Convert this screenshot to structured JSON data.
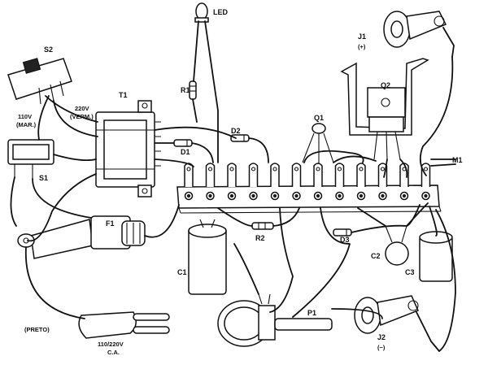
{
  "labels": {
    "led": "LED",
    "j1": "J1",
    "j1_pol": "(+)",
    "s2": "S2",
    "r1": "R1",
    "t1": "T1",
    "q2": "Q2",
    "v220": "220V",
    "verm": "(VERM.)",
    "v110": "110V",
    "mar": "(MAR.)",
    "d2": "D2",
    "q1": "Q1",
    "d1": "D1",
    "m1": "M1",
    "s1": "S1",
    "f1": "F1",
    "r2": "R2",
    "d3": "D3",
    "c1": "C1",
    "c2": "C2",
    "c3": "C3",
    "p1": "P1",
    "j2": "J2",
    "j2_pol": "(−)",
    "preto": "(PRETO)",
    "mains": "110/220V",
    "ca": "C.A."
  }
}
